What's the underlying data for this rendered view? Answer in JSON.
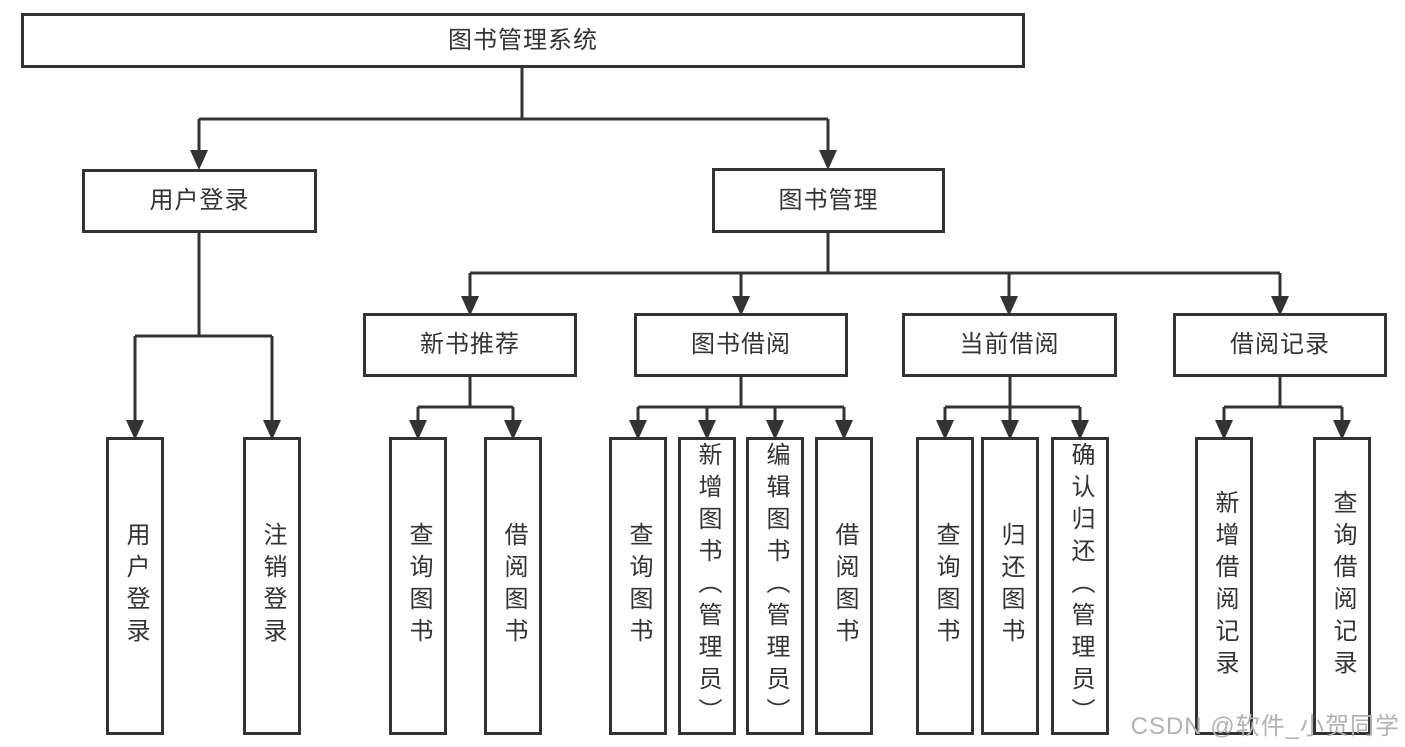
{
  "tree": {
    "root": "图书管理系统",
    "branches": [
      {
        "label": "用户登录",
        "leaves": [
          "用户登录",
          "注销登录"
        ]
      },
      {
        "label": "图书管理",
        "groups": [
          {
            "label": "新书推荐",
            "leaves": [
              "查询图书",
              "借阅图书"
            ]
          },
          {
            "label": "图书借阅",
            "leaves": [
              "查询图书",
              "新增图书（管理员）",
              "编辑图书（管理员）",
              "借阅图书"
            ]
          },
          {
            "label": "当前借阅",
            "leaves": [
              "查询图书",
              "归还图书",
              "确认归还（管理员）"
            ]
          },
          {
            "label": "借阅记录",
            "leaves": [
              "新增借阅记录",
              "查询借阅记录"
            ]
          }
        ]
      }
    ]
  },
  "watermark": "CSDN @软件_小贺同学",
  "colors": {
    "line": "#333333",
    "text": "#333333",
    "box_fill": "#ffffff",
    "watermark": "#b2b2b2",
    "background": "#ffffff"
  }
}
